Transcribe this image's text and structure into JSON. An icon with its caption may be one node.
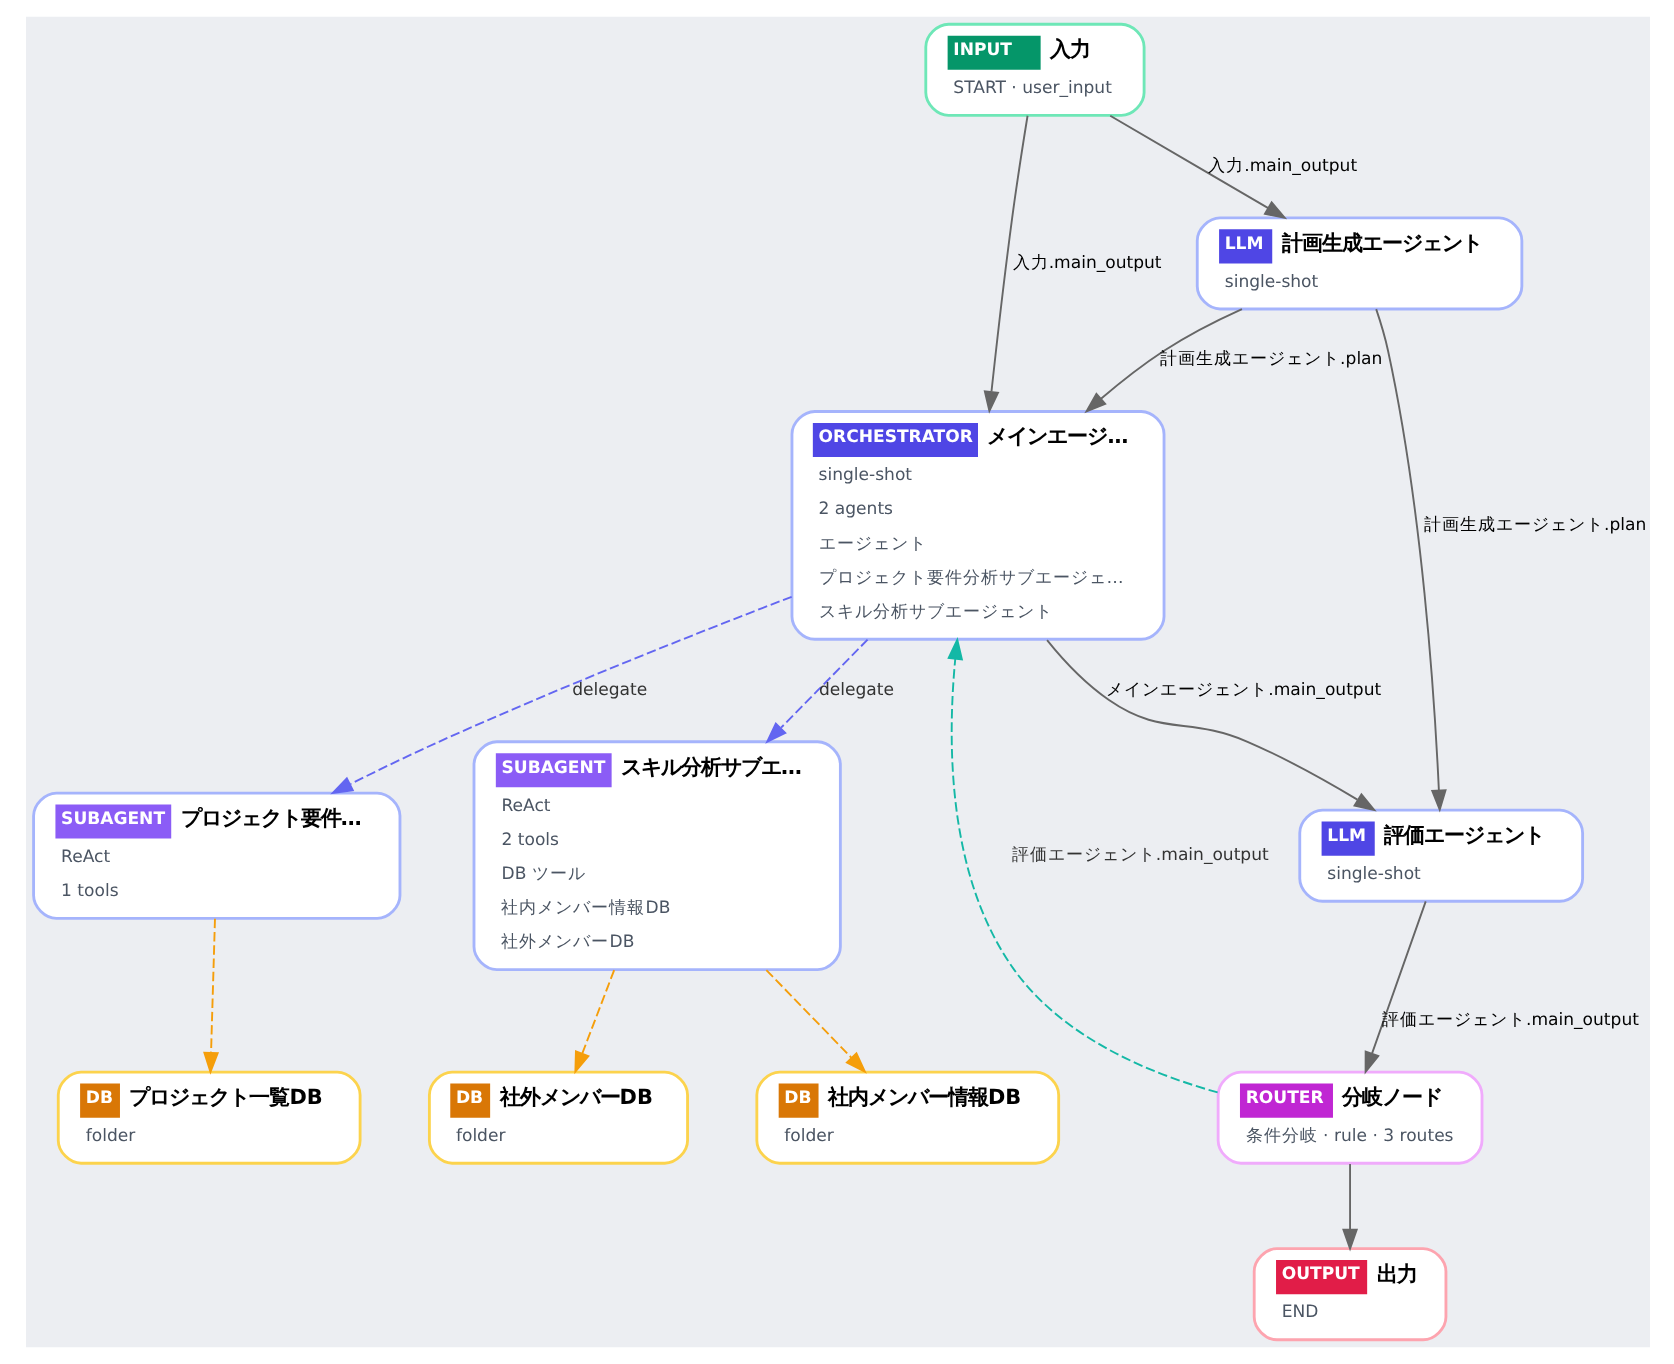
{
  "diagram": {
    "nodes": [
      {
        "text": [
          "INPUT",
          "入力",
          "START · user_input"
        ]
      },
      {
        "text": [
          "LLM",
          "計画生成エージェント",
          "single-shot"
        ]
      },
      {
        "text": [
          "ORCHESTRATOR",
          "メインエージ…",
          "single-shot",
          "2 agents",
          "エージェント",
          "プロジェクト要件分析サブエージェ…",
          "スキル分析サブエージェント"
        ]
      },
      {
        "text": [
          "SUBAGENT",
          "スキル分析サブエ…",
          "ReAct",
          "2 tools",
          "DB ツール",
          "社内メンバー情報DB",
          "社外メンバーDB"
        ]
      },
      {
        "text": [
          "SUBAGENT",
          "プロジェクト要件…",
          "ReAct",
          "1 tools"
        ]
      },
      {
        "text": [
          "LLM",
          "評価エージェント",
          "single-shot"
        ]
      },
      {
        "text": [
          "DB",
          "社内メンバー情報DB",
          "folder"
        ]
      },
      {
        "text": [
          "DB",
          "社外メンバーDB",
          "folder"
        ]
      },
      {
        "text": [
          "DB",
          "プロジェクト一覧DB",
          "folder"
        ]
      },
      {
        "text": [
          "ROUTER",
          "分岐ノード",
          "条件分岐 · rule · 3 routes"
        ]
      },
      {
        "text": [
          "OUTPUT",
          "出力",
          "END"
        ]
      }
    ],
    "edges": [
      {
        "from": 0,
        "to": 1,
        "arrow": "to",
        "label": "入力.main_output"
      },
      {
        "from": 0,
        "to": 2,
        "arrow": "to",
        "label": "入力.main_output"
      },
      {
        "from": 1,
        "to": 2,
        "arrow": "to",
        "label": "計画生成エージェント.plan"
      },
      {
        "from": 1,
        "to": 5,
        "arrow": "to",
        "label": "計画生成エージェント.plan"
      },
      {
        "from": 2,
        "to": 3,
        "arrow": "to",
        "label": "delegate",
        "style": "dashed",
        "color": "#6366f1"
      },
      {
        "from": 2,
        "to": 4,
        "arrow": "to",
        "label": "delegate",
        "style": "dashed",
        "color": "#6366f1"
      },
      {
        "from": 3,
        "to": 6,
        "arrow": "to",
        "style": "dashed",
        "color": "#f59e0b"
      },
      {
        "from": 3,
        "to": 7,
        "arrow": "to",
        "style": "dashed",
        "color": "#f59e0b"
      },
      {
        "from": 2,
        "to": 5,
        "arrow": "to",
        "label": "メインエージェント.main_output"
      },
      {
        "from": 4,
        "to": 8,
        "arrow": "to",
        "style": "dashed",
        "color": "#f59e0b"
      },
      {
        "from": 5,
        "to": 9,
        "arrow": "to",
        "label": "評価エージェント.main_output"
      },
      {
        "from": 9,
        "to": 2,
        "arrow": "to",
        "label": "評価エージェント.main_output",
        "style": "dashed",
        "color": "#14b8a6"
      },
      {
        "from": 9,
        "to": 10,
        "arrow": "to"
      }
    ]
  }
}
